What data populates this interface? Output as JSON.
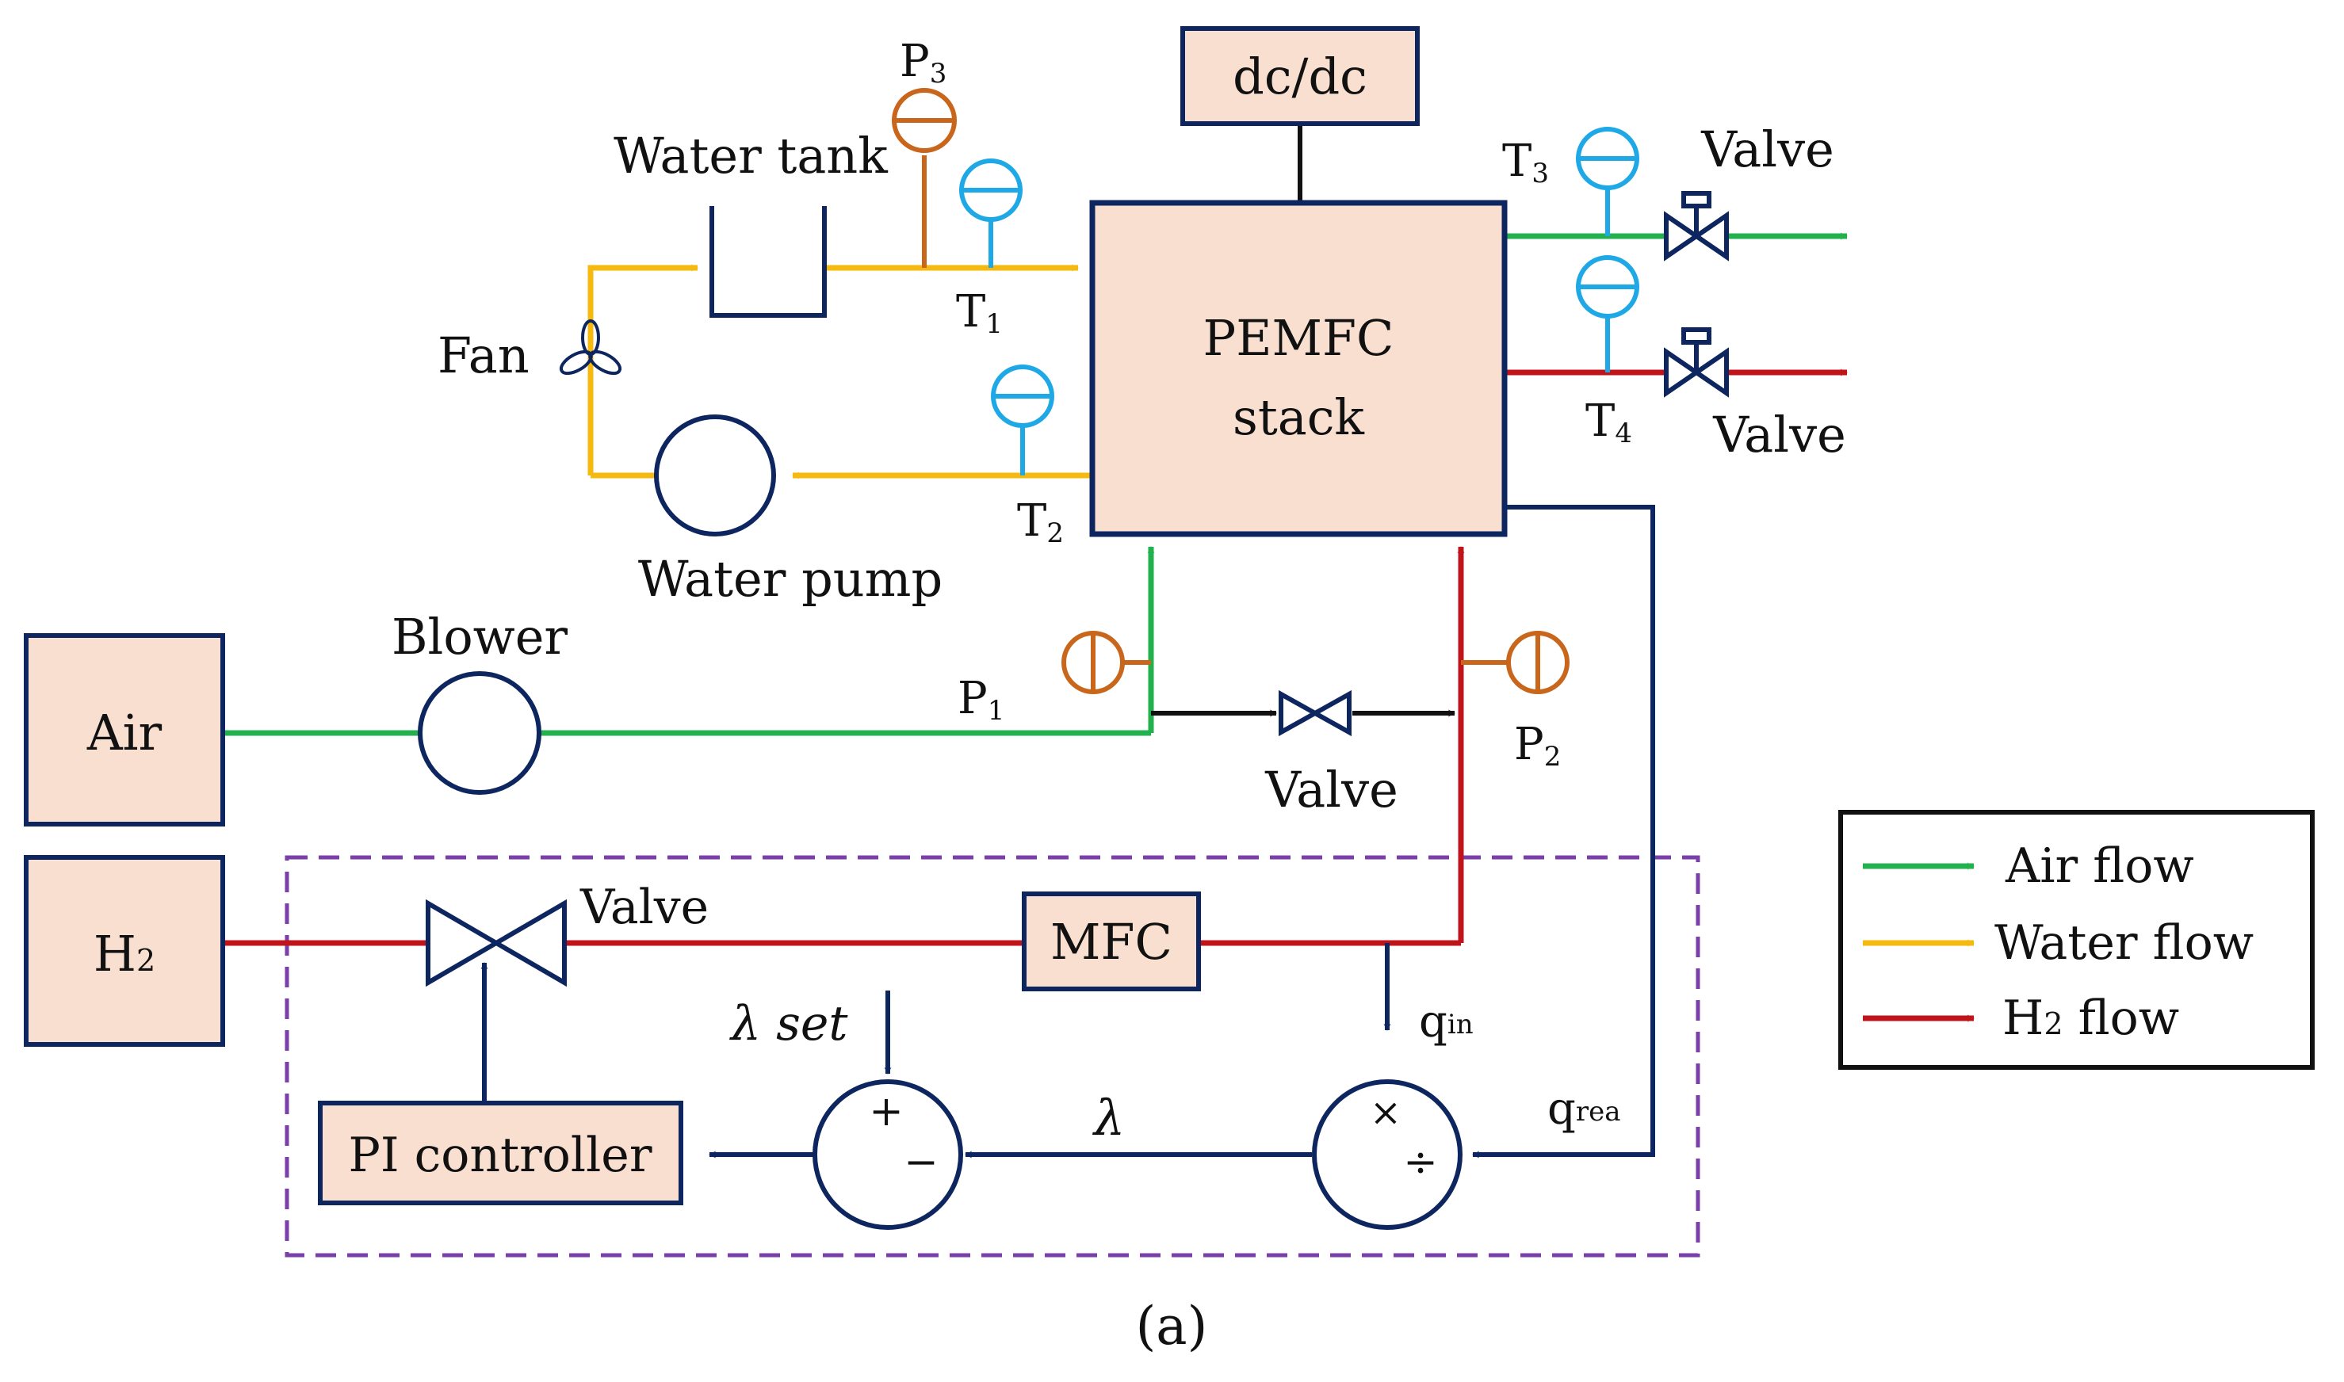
{
  "colors": {
    "air": "#22b14c",
    "water": "#f5b90f",
    "h2": "#c0141b",
    "signal": "#0e2660",
    "sensor_temp": "#1fa8e6",
    "sensor_pressure": "#c8661c",
    "box_fill": "#f9dfd0",
    "box_stroke": "#0e2660",
    "dashed": "#7a3fa8",
    "black": "#111111"
  },
  "components": {
    "stack_line1": "PEMFC",
    "stack_line2": "stack",
    "dcdc": "dc/dc",
    "air": "Air",
    "h2": "H",
    "h2_sub": "2",
    "mfc": "MFC",
    "pi": "PI controller",
    "water_tank": "Water tank",
    "fan": "Fan",
    "water_pump": "Water pump",
    "blower": "Blower"
  },
  "valves": {
    "outlet_top": "Valve",
    "outlet_bottom": "Valve",
    "bypass": "Valve",
    "h2_inlet": "Valve"
  },
  "sensors": {
    "p": "P",
    "t": "T",
    "p1": "1",
    "p2": "2",
    "p3": "3",
    "t1": "1",
    "t2": "2",
    "t3": "3",
    "t4": "4"
  },
  "signals": {
    "lambda_set": "λ set",
    "lambda": "λ",
    "q": "q",
    "qin_sub": "in",
    "qrea_sub": "rea",
    "plus": "+",
    "minus": "−",
    "times": "×",
    "divide": "÷"
  },
  "legend": [
    {
      "label": "Air flow",
      "color": "#22b14c"
    },
    {
      "label": "Water flow",
      "color": "#f5b90f"
    },
    {
      "label": "H",
      "sub": "2",
      "rest": " flow",
      "color": "#c0141b"
    }
  ],
  "caption": "(a)"
}
